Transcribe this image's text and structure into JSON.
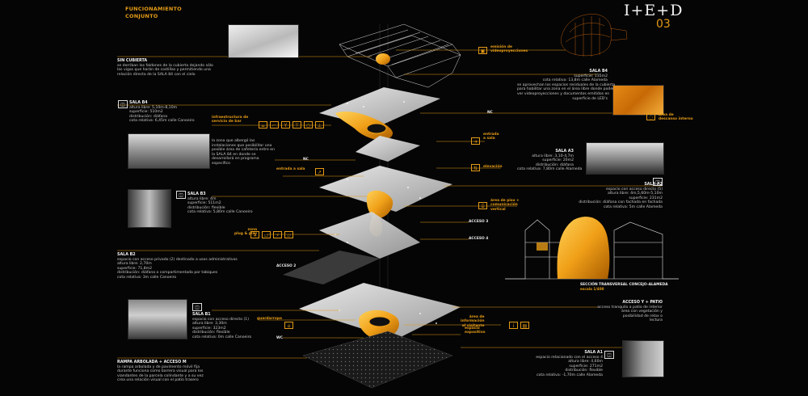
{
  "header": {
    "title_line1": "FUNCIONAMIENTO",
    "title_line2": "CONJUNTO",
    "brand": "I+E+D",
    "sheet_number": "03"
  },
  "left_blocks": {
    "sin_cubierta": {
      "title": "SIN CUBIERTA",
      "lines": [
        "se derriban los faldones de la cubierta dejando sólo",
        "las vigas que harán de costillas y permitiendo una",
        "relación directa de la SALA 84 con el cielo"
      ]
    },
    "sala_b4": {
      "title": "SALA B4",
      "lines": [
        "altura libre: 5,10m-8,10m",
        "superficie: 510m2",
        "distribución: diáfana",
        "cota relativa: 6,45m calle Canoeiro"
      ]
    },
    "zona_info": {
      "lines": [
        "la zona que albergó las",
        "instalaciones que posibilitar una",
        "posible área de cafetería entre en",
        "la SALA 84 en donde se",
        "desarrollará en programa",
        "específico"
      ]
    },
    "sala_b3": {
      "title": "SALA B3",
      "lines": [
        "altura libre: 4m",
        "superficie: 511m2",
        "distribución: flexible",
        "cota relativa: 5,80m calle Canoeiro"
      ]
    },
    "sala_b2": {
      "title": "SALA B2",
      "lines": [
        "espacio con acceso privado (2) destinado a usos administrativos",
        "altura libre: 2,70m",
        "superficie: 71,8m2",
        "distribución: diáfana o compartimentada por tabiques",
        "cota relativa: 3m calle Canoeiro"
      ]
    },
    "sala_b1": {
      "title": "SALA B1",
      "lines": [
        "espacio con acceso directo (1)",
        "altura libre: 3,30m",
        "superficie: 323m2",
        "distribución: flexible",
        "cota relativa: 0m calle Canoeiro"
      ]
    },
    "rampa": {
      "title": "RAMPA ARBOLADA + ACCESO M",
      "lines": [
        "la rampa arbolada y de pavimento móvil fija",
        "durante funciona como barrera visual para los",
        "viandantes de la parcela colindante y a su vez",
        "crea una relación visual con el patio trasero"
      ]
    }
  },
  "center_tags": {
    "infraestructura": [
      "infraestructura de",
      "servicio de bar"
    ],
    "entrada_sala": "entrada a sala",
    "zona_plug": [
      "zona",
      "plug & play"
    ],
    "nc_upper": "NC",
    "nc_mid": "NC",
    "acceso_2": "ACCESO 2",
    "acceso_3": "ACCESO 3",
    "acceso_4": "ACCESO 4",
    "guardarropa": "guardarropa",
    "wc": "WC",
    "emision": [
      "emisión de",
      "videoproyecciones"
    ],
    "entrada_salir": [
      "entrada",
      "a sala"
    ],
    "elevacion": "elevación",
    "area_descanso": [
      "área de",
      "descanso interno"
    ],
    "area_piso": [
      "área de piso +",
      "comunicación",
      "vertical"
    ],
    "area_info": [
      "área de",
      "información",
      "al visitante"
    ],
    "espacio_expositivo": [
      "espacio",
      "expositivo"
    ]
  },
  "right_blocks": {
    "sala_b4_right": {
      "title": "SALA B4",
      "lines": [
        "superficie: 135m2",
        "cota relativa: 13,8m calle Alameda",
        "se aprovechan los espacios residuales de la cubierta",
        "para habilitar una zona en el área libre donde poder",
        "ver videoproyecciones y documentos emitidos en",
        "superficie de LED's"
      ]
    },
    "sala_a3": {
      "title": "SALA A3",
      "lines": [
        "altura libre: 3,10-4,7m",
        "superficie: 20m2",
        "distribución: diáfana",
        "cota relativa: 7,80m calle Alameda"
      ]
    },
    "sala_a2": {
      "title": "SALA A2",
      "lines": [
        "espacio con acceso directo (5)",
        "altura libre: 4m,5,60m-5,10m",
        "superficie: 231m2",
        "distribución: diáfana con fachada en fachada",
        "cota relativa: 5m calle Alameda"
      ]
    },
    "seccion": {
      "title": "SECCIÓN TRANSVERSAL CONCEJO-ALAMEDA",
      "scale": "escala 1/400"
    },
    "acceso_patio": {
      "title": "ACCESO Y + PATIO",
      "lines": [
        "acceso tranquilo a patio de interior",
        "área con vegetación y",
        "posibilidad de relax o",
        "lectura"
      ]
    },
    "sala_a1": {
      "title": "SALA A1",
      "lines": [
        "espacio relacionado con el acceso 4",
        "altura libre: 4,60m",
        "superficie: 271m2",
        "distribución: flexible",
        "cota relativa: -1,70m calle Alameda"
      ]
    }
  },
  "colors": {
    "accent": "#e39a16",
    "background": "#050505",
    "text": "#c8c8c8"
  },
  "icons": [
    "cup-icon",
    "chair-icon",
    "plug-icon",
    "monitor-icon",
    "arrow-icon",
    "coat-hanger-icon",
    "info-icon",
    "camera-icon"
  ]
}
